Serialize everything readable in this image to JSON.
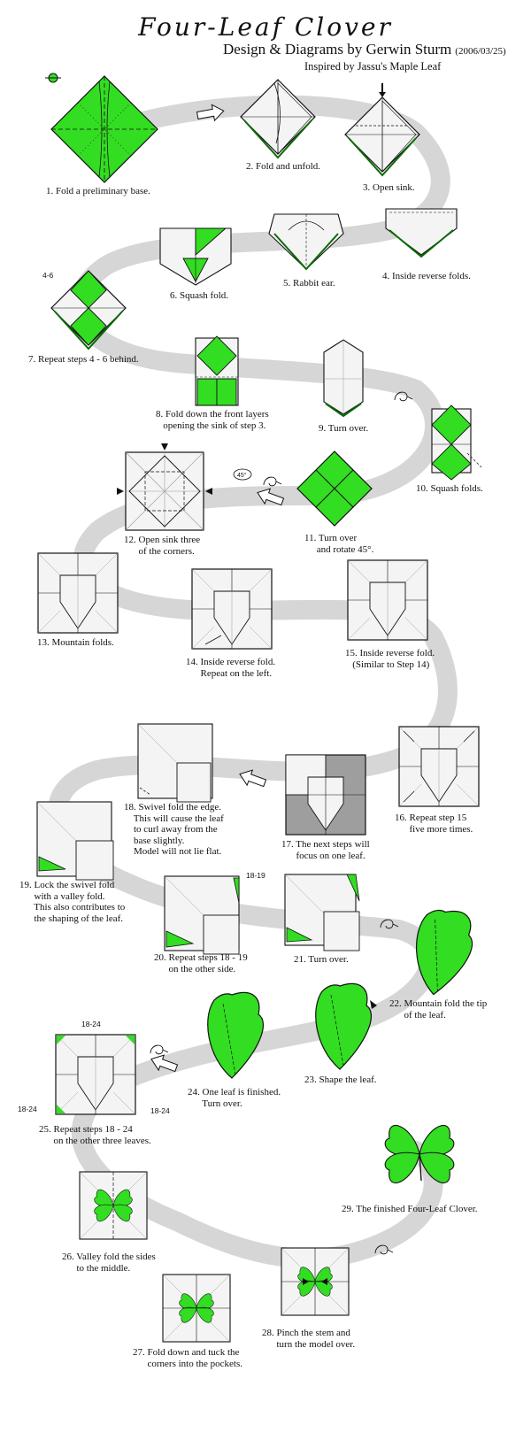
{
  "header": {
    "title": "Four-Leaf Clover",
    "byline": "Design & Diagrams by Gerwin Sturm",
    "date": "(2006/03/25)",
    "inspired": "Inspired by Jassu's Maple Leaf"
  },
  "steps": [
    {
      "id": "1",
      "text": "1. Fold a preliminary base."
    },
    {
      "id": "2",
      "text": "2. Fold and unfold."
    },
    {
      "id": "3",
      "text": "3. Open sink."
    },
    {
      "id": "4",
      "text": "4. Inside reverse folds."
    },
    {
      "id": "5",
      "text": "5. Rabbit ear."
    },
    {
      "id": "6",
      "text": "6. Squash fold."
    },
    {
      "id": "7",
      "text": "7. Repeat steps 4 - 6 behind."
    },
    {
      "id": "8",
      "text": "8. Fold down the front layers\n   opening the sink of step 3."
    },
    {
      "id": "9",
      "text": "9. Turn over."
    },
    {
      "id": "10",
      "text": "10. Squash folds."
    },
    {
      "id": "11",
      "text": "11. Turn over\n     and rotate 45°."
    },
    {
      "id": "12",
      "text": "12. Open sink three\n      of the corners."
    },
    {
      "id": "13",
      "text": "13. Mountain folds."
    },
    {
      "id": "14",
      "text": "14. Inside reverse fold.\n      Repeat on the left."
    },
    {
      "id": "15",
      "text": "15. Inside reverse fold.\n   (Similar to Step 14)"
    },
    {
      "id": "16",
      "text": "16. Repeat step 15\n      five more times."
    },
    {
      "id": "17",
      "text": "17. The next steps will\n      focus on one leaf."
    },
    {
      "id": "18",
      "text": "18. Swivel fold the edge.\n    This will cause the leaf\n    to curl away from the\n    base slightly.\n    Model will not lie flat."
    },
    {
      "id": "19",
      "text": "19. Lock the swivel fold\n      with a valley fold.\n      This also contributes to\n      the shaping of the leaf."
    },
    {
      "id": "20",
      "text": "20. Repeat steps 18 - 19\n      on the other side."
    },
    {
      "id": "21",
      "text": "21. Turn over."
    },
    {
      "id": "22",
      "text": "22. Mountain fold the tip\n      of the leaf."
    },
    {
      "id": "23",
      "text": "23. Shape the leaf."
    },
    {
      "id": "24",
      "text": "24. One leaf is finished.\n      Turn over."
    },
    {
      "id": "25",
      "text": "25. Repeat steps 18 - 24\n      on the other three leaves."
    },
    {
      "id": "26",
      "text": "26. Valley fold the sides\n      to the middle."
    },
    {
      "id": "27",
      "text": "27. Fold down and tuck the\n      corners into the pockets."
    },
    {
      "id": "28",
      "text": "28. Pinch the stem and\n      turn the model over."
    },
    {
      "id": "29",
      "text": "29. The finished Four-Leaf Clover."
    }
  ],
  "refs": {
    "r7": "4-6",
    "r20": "18-19",
    "r25a": "18-24",
    "r25b": "18-24",
    "r25c": "18-24",
    "angle": "45°"
  },
  "colors": {
    "green": "#33dd22",
    "darkgreen": "#0a6a08",
    "paper": "#f4f4f4",
    "path": "#d6d6d6",
    "line": "#111111",
    "gray": "#9e9e9e"
  }
}
